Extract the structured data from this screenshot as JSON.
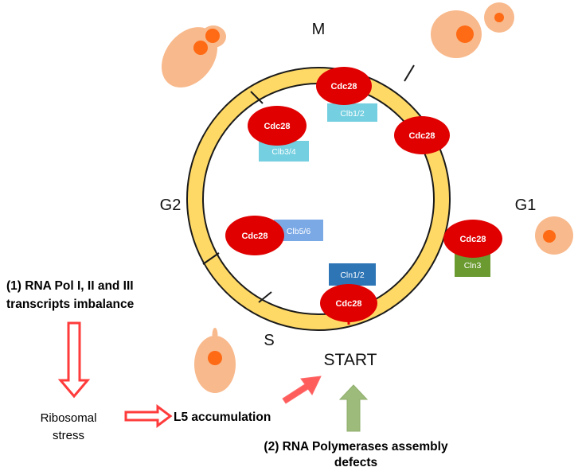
{
  "phases": {
    "m": "M",
    "g1": "G1",
    "g2": "G2",
    "s": "S"
  },
  "start_label": "START",
  "kinase": "Cdc28",
  "cyclins": {
    "clb12": "Clb1/2",
    "clb34": "Clb3/4",
    "clb56": "Clb5/6",
    "cln12": "Cln1/2",
    "cln3": "Cln3"
  },
  "note1": {
    "line1": "(1) RNA Pol I, II and III",
    "line2": "transcripts imbalance"
  },
  "stress": {
    "line1": "Ribosomal",
    "line2": "stress"
  },
  "accumulation": "L5 accumulation",
  "note2": {
    "line1": "(2) RNA Polymerases assembly",
    "line2": "defects"
  },
  "colors": {
    "ring": "#ffd966",
    "kinase": "#e00000",
    "cell": "#f8b98c",
    "nucleus": "#ff6a14",
    "cyclin_light": "#74cfe0",
    "cyclin_blue": "#2e75b6",
    "cyclin_green": "#6a9a30",
    "arrow_red": "#ff4d4d",
    "arrow_green": "#9dbb7a"
  }
}
